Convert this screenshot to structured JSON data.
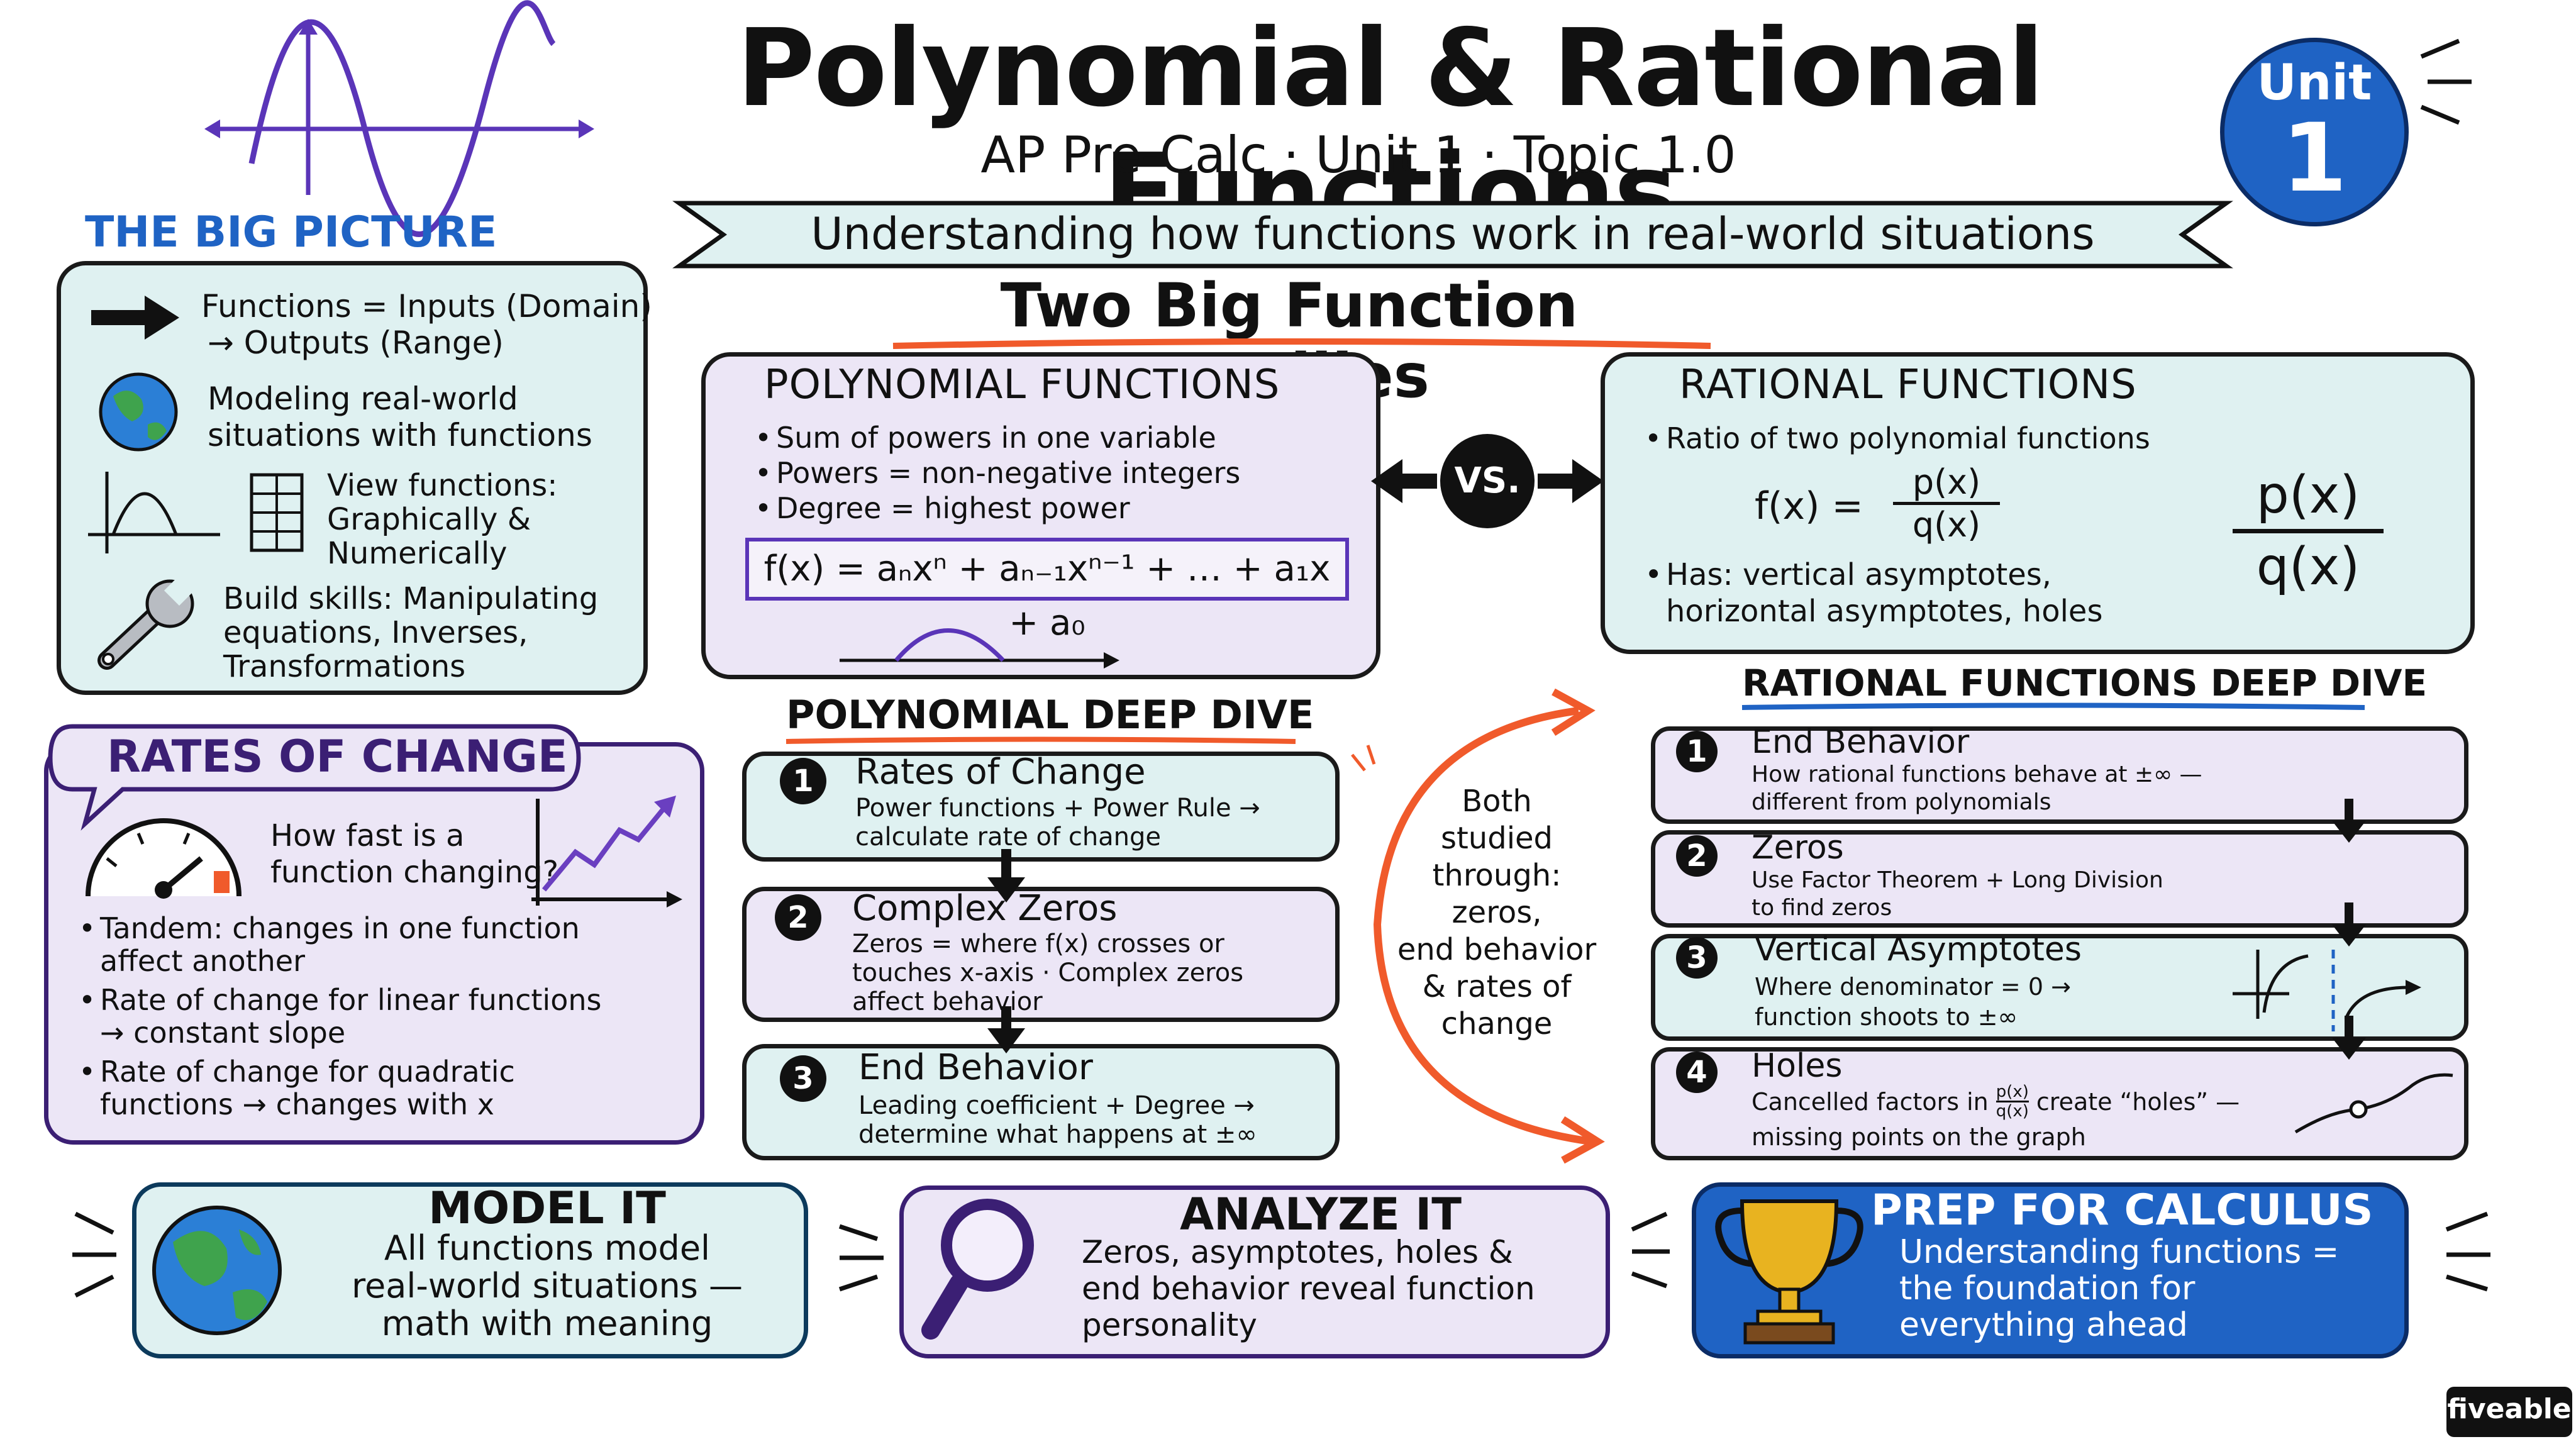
{
  "header": {
    "title": "Polynomial & Rational Functions",
    "subtitle": "AP Pre-Calc · Unit 1 · Topic 1.0",
    "banner": "Understanding how functions work in real-world situations",
    "badge_top": "Unit",
    "badge_num": "1"
  },
  "big_picture": {
    "heading": "THE BIG PICTURE",
    "items": [
      {
        "line1": "Functions = Inputs (Domain)",
        "line2": "→ Outputs (Range)"
      },
      {
        "line1": "Modeling real-world",
        "line2": "situations with functions"
      },
      {
        "line1": "View functions:",
        "line2": "Graphically &",
        "line3": "Numerically"
      },
      {
        "line1": "Build skills: Manipulating",
        "line2": "equations, Inverses,",
        "line3": "Transformations"
      }
    ]
  },
  "families": {
    "heading": "Two Big Function Families",
    "vs": "VS.",
    "polynomial": {
      "title": "POLYNOMIAL FUNCTIONS",
      "bullets": [
        "Sum of powers in one variable",
        "Powers = non-negative integers",
        "Degree = highest power"
      ],
      "formula": "f(x) = aₙxⁿ + aₙ₋₁xⁿ⁻¹ + … + a₁x + a₀"
    },
    "rational": {
      "title": "RATIONAL FUNCTIONS",
      "bullet1": "Ratio of two polynomial functions",
      "fx": "f(x) =",
      "num": "p(x)",
      "den": "q(x)",
      "bullet2_line1": "Has: vertical asymptotes,",
      "bullet2_line2": "horizontal asymptotes, holes",
      "big_num": "p(x)",
      "big_den": "q(x)"
    }
  },
  "rates": {
    "heading": "RATES OF CHANGE",
    "question_line1": "How fast is a",
    "question_line2": "function changing?",
    "bullets": [
      {
        "l1": "Tandem: changes in one function",
        "l2": "affect another"
      },
      {
        "l1": "Rate of change for linear functions",
        "l2": "→ constant slope"
      },
      {
        "l1": "Rate of change for quadratic",
        "l2": "functions → changes with x"
      }
    ]
  },
  "poly_deep": {
    "heading": "POLYNOMIAL DEEP DIVE",
    "steps": [
      {
        "n": "1",
        "title": "Rates of Change",
        "l1": "Power functions + Power Rule →",
        "l2": "calculate rate of change",
        "l3": ""
      },
      {
        "n": "2",
        "title": "Complex Zeros",
        "l1": "Zeros = where f(x) crosses or",
        "l2": "touches x-axis · Complex zeros",
        "l3": "affect behavior"
      },
      {
        "n": "3",
        "title": "End Behavior",
        "l1": "Leading coefficient + Degree →",
        "l2": "determine what happens at ±∞",
        "l3": ""
      }
    ]
  },
  "both": {
    "lines": [
      "Both",
      "studied",
      "through:",
      "zeros,",
      "end behavior",
      "& rates of",
      "change"
    ]
  },
  "rat_deep": {
    "heading": "RATIONAL FUNCTIONS DEEP DIVE",
    "steps": [
      {
        "n": "1",
        "title": "End Behavior",
        "l1": "How rational functions behave at ±∞ —",
        "l2": "different from polynomials"
      },
      {
        "n": "2",
        "title": "Zeros",
        "l1": "Use Factor Theorem + Long Division",
        "l2": "to find zeros"
      },
      {
        "n": "3",
        "title": "Vertical Asymptotes",
        "l1": "Where denominator = 0 →",
        "l2": "function shoots to ±∞"
      },
      {
        "n": "4",
        "title": "Holes",
        "l1a": "Cancelled factors in",
        "frac_n": "p(x)",
        "frac_d": "q(x)",
        "l1b": "create “holes” —",
        "l2": "missing points on the graph"
      }
    ]
  },
  "bottom": {
    "model": {
      "title": "MODEL IT",
      "l1": "All functions model",
      "l2": "real-world situations —",
      "l3": "math with meaning"
    },
    "analyze": {
      "title": "ANALYZE IT",
      "l1": "Zeros, asymptotes, holes &",
      "l2": "end behavior reveal function",
      "l3": "personality"
    },
    "prep": {
      "title": "PREP FOR CALCULUS",
      "l1": "Understanding functions =",
      "l2": "the foundation for",
      "l3": "everything ahead"
    }
  },
  "brand": "fiveable",
  "colors": {
    "teal": "#dff1f1",
    "lavender": "#ece6f6",
    "blue": "#1f63c4",
    "orange": "#f05a2b",
    "purple": "#6a3fc0"
  }
}
